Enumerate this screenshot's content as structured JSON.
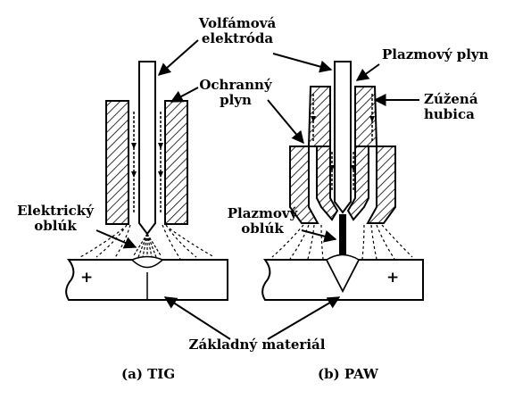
{
  "labels": {
    "tungsten_electrode": [
      "Volfámová",
      "elektróda"
    ],
    "shielding_gas": [
      "Ochranný",
      "plyn"
    ],
    "plasma_gas": "Plazmový plyn",
    "constricting_nozzle": [
      "Zúžená",
      "hubica"
    ],
    "electric_arc": [
      "Elektrický",
      "oblúk"
    ],
    "plasma_arc": [
      "Plazmový",
      "oblúk"
    ],
    "base_material": "Základný materiál",
    "plus_left": "+",
    "plus_right": "+"
  },
  "captions": {
    "tig": "(a) TIG",
    "paw": "(b) PAW"
  }
}
